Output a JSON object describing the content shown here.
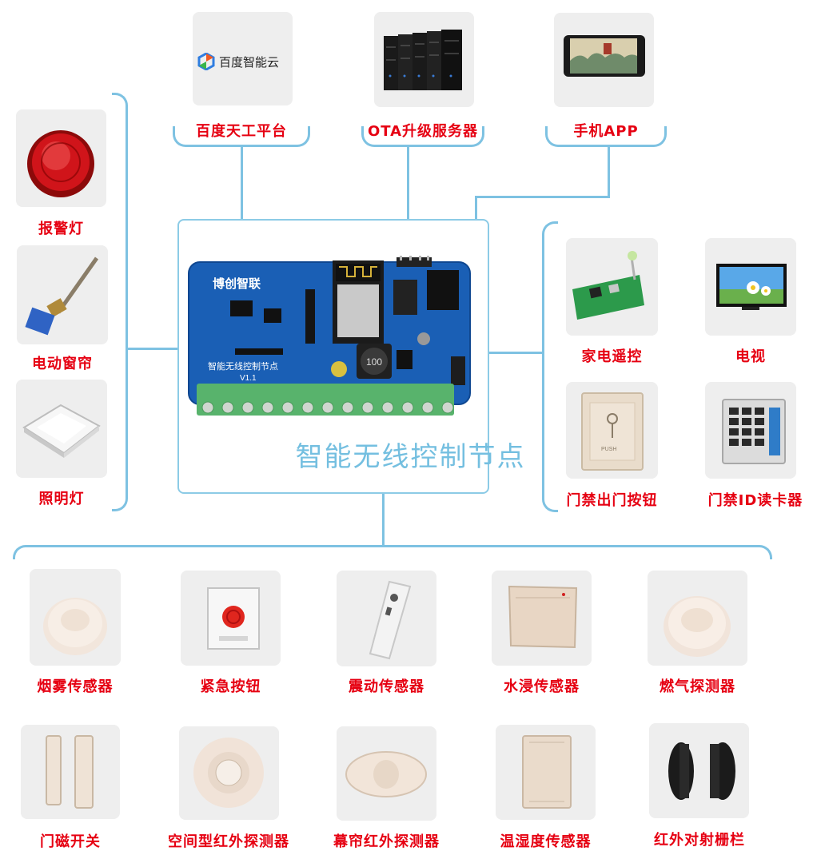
{
  "center": {
    "title": "智能无线控制节点",
    "board": {
      "brand": "博创智联",
      "silk": "智能无线控制节点",
      "version": "V1.1",
      "inductor": "100"
    }
  },
  "top": {
    "baidu_logo_text": "百度智能云",
    "items": [
      {
        "label": "百度天工平台",
        "icon": "baidu-cloud-logo"
      },
      {
        "label": "OTA升级服务器",
        "icon": "server-rack-icon"
      },
      {
        "label": "手机APP",
        "icon": "smartphone-icon"
      }
    ]
  },
  "left": {
    "items": [
      {
        "label": "报警灯",
        "icon": "alarm-light-icon"
      },
      {
        "label": "电动窗帘",
        "icon": "curtain-motor-icon"
      },
      {
        "label": "照明灯",
        "icon": "ceiling-light-icon"
      }
    ]
  },
  "right": {
    "items": [
      {
        "label": "家电遥控",
        "icon": "remote-module-icon"
      },
      {
        "label": "电视",
        "icon": "tv-icon"
      },
      {
        "label": "门禁出门按钮",
        "icon": "exit-button-icon",
        "button_text": "PUSH"
      },
      {
        "label": "门禁ID读卡器",
        "icon": "card-reader-icon"
      }
    ]
  },
  "bottom": {
    "row1": [
      {
        "label": "烟雾传感器",
        "icon": "smoke-sensor-icon"
      },
      {
        "label": "紧急按钮",
        "icon": "emergency-button-icon"
      },
      {
        "label": "震动传感器",
        "icon": "vibration-sensor-icon"
      },
      {
        "label": "水浸传感器",
        "icon": "water-sensor-icon"
      },
      {
        "label": "燃气探测器",
        "icon": "gas-detector-icon"
      }
    ],
    "row2": [
      {
        "label": "门磁开关",
        "icon": "door-magnet-icon"
      },
      {
        "label": "空间型红外探测器",
        "icon": "pir-ceiling-icon"
      },
      {
        "label": "幕帘红外探测器",
        "icon": "curtain-pir-icon"
      },
      {
        "label": "温湿度传感器",
        "icon": "temp-humidity-icon"
      },
      {
        "label": "红外对射栅栏",
        "icon": "ir-beam-icon"
      }
    ]
  },
  "colors": {
    "line": "#7ec2e2",
    "label": "#e60012",
    "card": "#eeeeee",
    "title": "#74bfe0"
  }
}
